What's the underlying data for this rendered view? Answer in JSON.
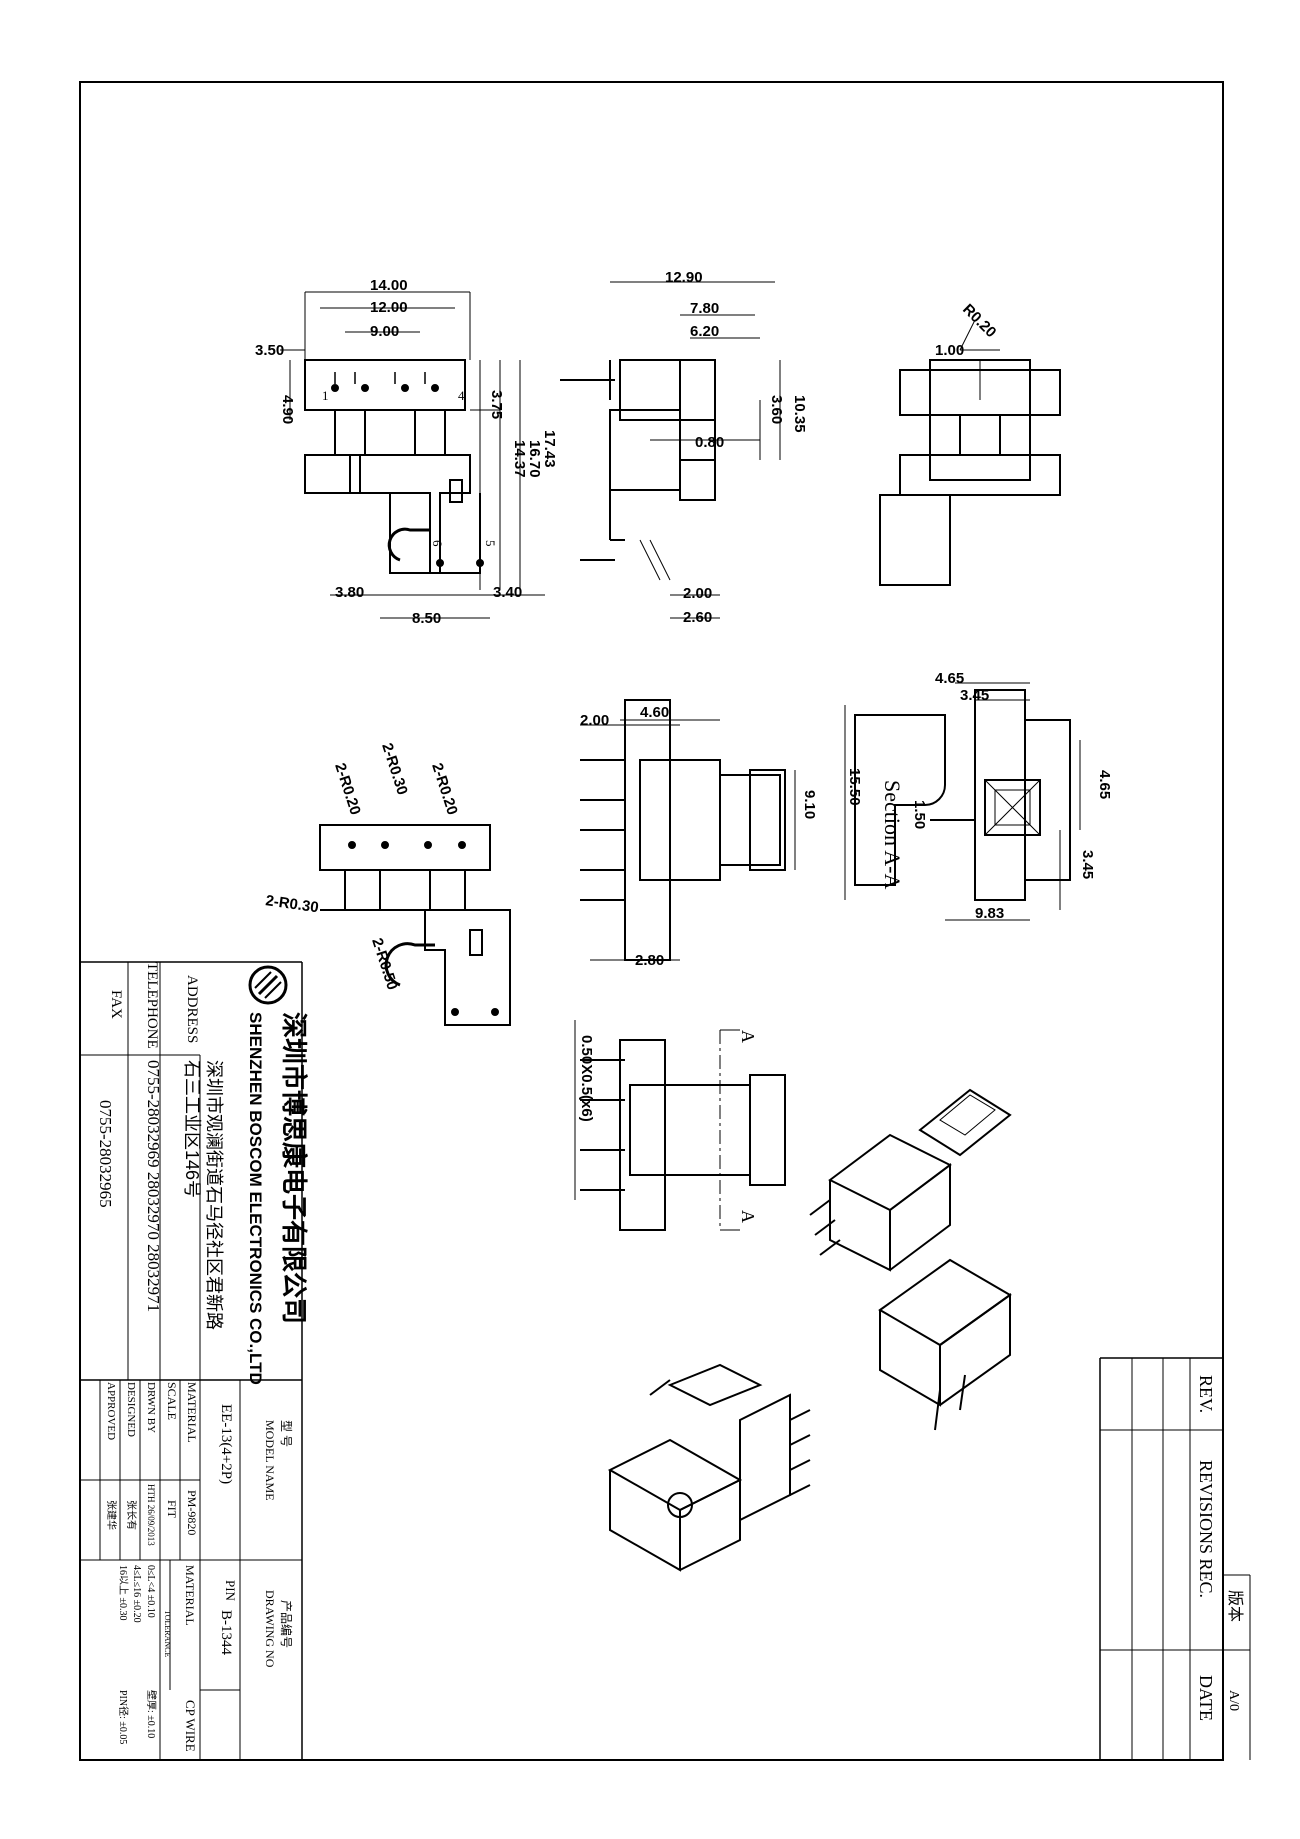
{
  "company": {
    "name_cn": "深圳市博思康电子有限公司",
    "name_en": "SHENZHEN BOSCOM ELECTRONICS CO.,LTD",
    "address_label": "ADDRESS",
    "address_line1": "深圳市观澜街道石马径社区君新路",
    "address_line2": "石三工业区146号",
    "telephone_label": "TELEPHONE",
    "telephone": "0755-28032969 28032970 28032971",
    "fax_label": "FAX",
    "fax": "0755-28032965"
  },
  "title_block": {
    "model_label_cn": "型   号",
    "model_label": "MODEL NAME",
    "model_value": "EE-13(4+2P)",
    "drawing_no_label_cn": "产品编号",
    "drawing_no_label": "DRAWING NO",
    "drawing_no": "B-1344",
    "material_label": "MATERIAL",
    "material_value": "PM-9820",
    "pin_label": "PIN",
    "pin_material_label": "MATERIAL",
    "pin_material": "CP WIRE",
    "scale_label": "SCALE",
    "scale_value": "FIT",
    "drwn_label": "DRWN BY",
    "drwn_value": "HTH  26/09/2013",
    "designed_label": "DESIGNED",
    "designed_value": "张长有",
    "approved_label": "APPROVED",
    "approved_value": "张建华",
    "tolerance_label": "TOLERANCE",
    "tol_1": "0≤L<4    ±0.10",
    "tol_2": "4≤L≤16  ±0.20",
    "tol_3": "16以上    ±0.30",
    "tol_4": "壁厚: ±0.10",
    "tol_5": "PIN径: ±0.05"
  },
  "revisions": {
    "rev_label": "REV.",
    "revisions_label": "REVISIONS REC.",
    "date_label": "DATE",
    "version_label": "版本",
    "version_value": "A/0"
  },
  "dimensions": {
    "d1": "14.00",
    "d2": "12.00",
    "d3": "9.00",
    "d4": "3.50",
    "d5": "4.90",
    "d6": "3.75",
    "d7": "17.43",
    "d8": "16.70",
    "d9": "14.37",
    "d10": "3.80",
    "d11": "3.40",
    "d12": "8.50",
    "d13": "12.90",
    "d14": "7.80",
    "d15": "6.20",
    "d16": "10.35",
    "d17": "3.60",
    "d18": "0.80",
    "d19": "2.00",
    "d20": "2.60",
    "d21": "R0.20",
    "d22": "1.00",
    "d23": "2.00",
    "d24": "4.60",
    "d25": "9.10",
    "d26": "2.80",
    "d27": "4.65",
    "d28": "3.45",
    "d29": "15.50",
    "d30": "1.50",
    "d31": "4.65",
    "d32": "3.45",
    "d33": "9.83",
    "d34": "0.50X0.5(x6)",
    "r1": "2-R0.20",
    "r2": "2-R0.30",
    "r3": "2-R0.20",
    "r4": "2-R0.30",
    "r5": "2-R0.50"
  },
  "view_labels": {
    "section_title": "Section  A-A",
    "cut_a": "A",
    "pin_4": "4",
    "pin_1": "1",
    "pin_6": "6",
    "pin_5": "5"
  }
}
